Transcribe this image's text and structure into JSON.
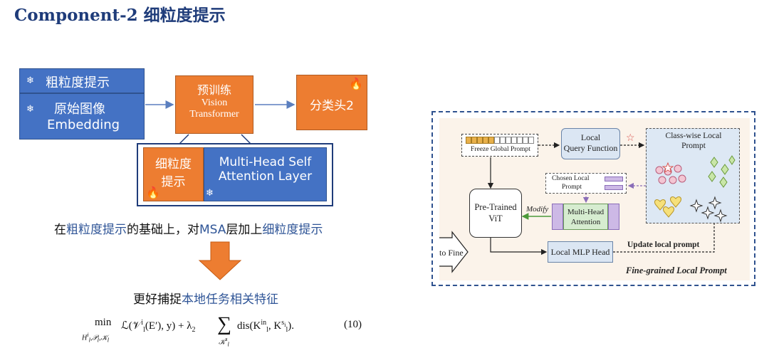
{
  "title": "Component-2 细粒度提示",
  "left": {
    "coarse_prompt": "粗粒度提示",
    "orig_image_line1": "原始图像",
    "orig_image_line2": "Embedding",
    "pretrain_line1": "预训练",
    "pretrain_line2": "Vision",
    "pretrain_line3": "Transformer",
    "cls_head": "分类头2",
    "fine_prompt_line1": "细粒度",
    "fine_prompt_line2": "提示",
    "msa_line1": "Multi-Head Self",
    "msa_line2": "Attention Layer",
    "caption": {
      "p1": "在",
      "p2": "粗粒度提示",
      "p3": "的基础上，对",
      "p4": "MSA",
      "p5": "层加上",
      "p6": "细粒度提示"
    },
    "result": {
      "p1": "更好捕捉",
      "p2": "本地任务相关特征"
    },
    "equation_number": "(10)"
  },
  "right": {
    "freeze_global": "Freeze Global Prompt",
    "local_query_line1": "Local",
    "local_query_line2": "Query Function",
    "classwise_line1": "Class-wise Local",
    "classwise_line2": "Prompt",
    "chosen_line1": "Chosen Local",
    "chosen_line2": "Prompt",
    "pretrained_line1": "Pre-Trained",
    "pretrained_line2": "ViT",
    "modify": "Modify",
    "mha_line1": "Multi-Head",
    "mha_line2": "Attention",
    "to_fine": "to Fine",
    "local_mlp": "Local MLP Head",
    "update": "Update local prompt",
    "caption": "Fine-grained Local Prompt"
  },
  "colors": {
    "blue": "#4472c4",
    "orange": "#ed7d31",
    "title": "#1f3c7a",
    "highlight": "#2f5597"
  }
}
